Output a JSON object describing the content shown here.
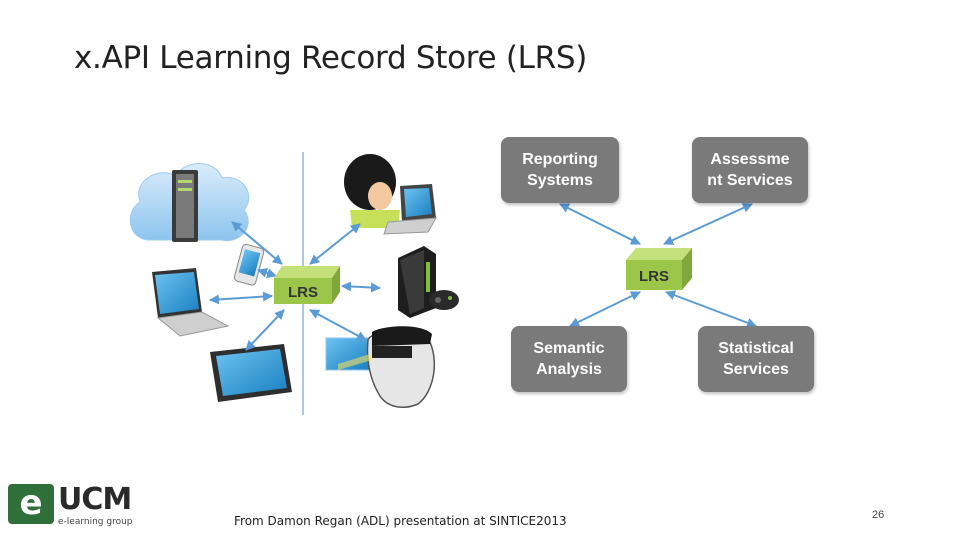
{
  "slide": {
    "title": "x.API Learning Record Store (LRS)",
    "caption": "From Damon Regan (ADL) presentation at SINTICE2013",
    "page_number": "26"
  },
  "left_diagram": {
    "hub_label": "LRS",
    "devices": [
      "cloud-server-icon",
      "smartphone-icon",
      "laptop-icon",
      "tablet-icon",
      "person-with-laptop-icon",
      "game-console-icon",
      "vr-headset-user-icon"
    ]
  },
  "right_diagram": {
    "hub_label": "LRS",
    "services": {
      "reporting": "Reporting Systems",
      "assessment_line1": "Assessme",
      "assessment_line2": "nt Services",
      "semantic": "Semantic Analysis",
      "statistical": "Statistical Services"
    }
  },
  "logo": {
    "mark": "e",
    "name": "UCM",
    "subtitle": "e-learning group"
  },
  "colors": {
    "service_box": "#7a7a7a",
    "lrs_cube": "#9bc64a",
    "arrow": "#5b9bd5",
    "divider": "#8fb4de"
  }
}
